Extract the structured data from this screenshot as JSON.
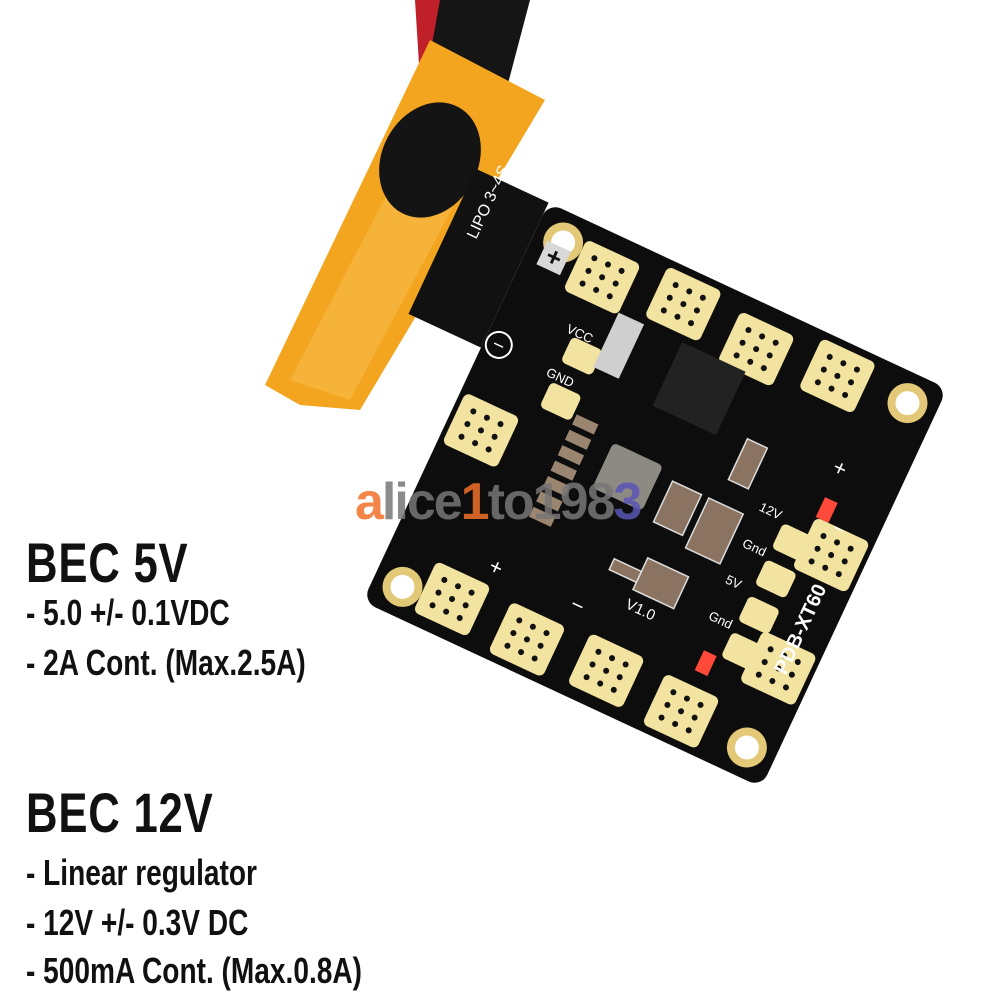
{
  "board": {
    "model": "PDB-XT60",
    "version": "V1.0",
    "battery_label": "LIPO 3~4S",
    "pad_labels": [
      "VCC",
      "GND",
      "12V",
      "Gnd",
      "5V",
      "Gnd"
    ],
    "plus": "+",
    "minus": "−"
  },
  "watermark": {
    "part1": "a",
    "part2": "lice",
    "part3": "1",
    "part4": "to198",
    "part5": "3"
  },
  "specs": {
    "bec5": {
      "title": "BEC 5V",
      "lines": [
        "- 5.0 +/- 0.1VDC",
        "- 2A Cont. (Max.2.5A)"
      ]
    },
    "bec12": {
      "title": "BEC 12V",
      "lines": [
        "- Linear regulator",
        "- 12V +/- 0.3V DC",
        "- 500mA Cont. (Max.0.8A)"
      ]
    }
  },
  "colors": {
    "pcb": "#0d0d0d",
    "pad": "#f3e3a0",
    "connector": "#f5a623",
    "led": "#ff2a2a"
  }
}
